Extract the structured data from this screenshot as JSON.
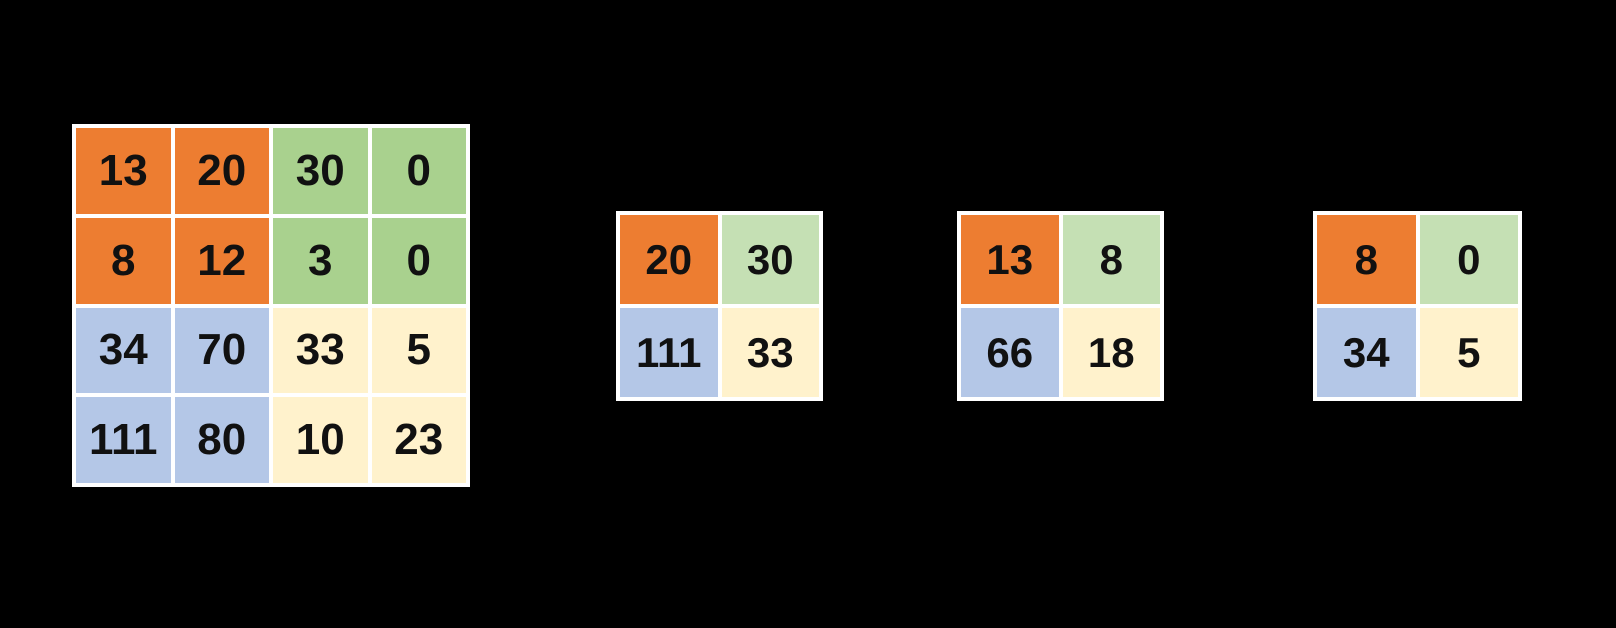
{
  "diagram": {
    "description_background": "#000000",
    "colors": {
      "orange": "#ED7D31",
      "green_medium": "#A9D18E",
      "green_light": "#C5E0B4",
      "blue": "#B4C7E7",
      "cream": "#FFF2CC",
      "grid_line": "#FFFFFF",
      "text": "#111111"
    },
    "input_matrix": {
      "rows": [
        {
          "cells": [
            {
              "value": "13",
              "color": "#ED7D31"
            },
            {
              "value": "20",
              "color": "#ED7D31"
            },
            {
              "value": "30",
              "color": "#A9D18E"
            },
            {
              "value": "0",
              "color": "#A9D18E"
            }
          ]
        },
        {
          "cells": [
            {
              "value": "8",
              "color": "#ED7D31"
            },
            {
              "value": "12",
              "color": "#ED7D31"
            },
            {
              "value": "3",
              "color": "#A9D18E"
            },
            {
              "value": "0",
              "color": "#A9D18E"
            }
          ]
        },
        {
          "cells": [
            {
              "value": "34",
              "color": "#B4C7E7"
            },
            {
              "value": "70",
              "color": "#B4C7E7"
            },
            {
              "value": "33",
              "color": "#FFF2CC"
            },
            {
              "value": "5",
              "color": "#FFF2CC"
            }
          ]
        },
        {
          "cells": [
            {
              "value": "111",
              "color": "#B4C7E7"
            },
            {
              "value": "80",
              "color": "#B4C7E7"
            },
            {
              "value": "10",
              "color": "#FFF2CC"
            },
            {
              "value": "23",
              "color": "#FFF2CC"
            }
          ]
        }
      ]
    },
    "pooled_matrices": [
      {
        "rows": [
          {
            "cells": [
              {
                "value": "20",
                "color": "#ED7D31"
              },
              {
                "value": "30",
                "color": "#C5E0B4"
              }
            ]
          },
          {
            "cells": [
              {
                "value": "111",
                "color": "#B4C7E7"
              },
              {
                "value": "33",
                "color": "#FFF2CC"
              }
            ]
          }
        ]
      },
      {
        "rows": [
          {
            "cells": [
              {
                "value": "13",
                "color": "#ED7D31"
              },
              {
                "value": "8",
                "color": "#C5E0B4"
              }
            ]
          },
          {
            "cells": [
              {
                "value": "66",
                "color": "#B4C7E7"
              },
              {
                "value": "18",
                "color": "#FFF2CC"
              }
            ]
          }
        ]
      },
      {
        "rows": [
          {
            "cells": [
              {
                "value": "8",
                "color": "#ED7D31"
              },
              {
                "value": "0",
                "color": "#C5E0B4"
              }
            ]
          },
          {
            "cells": [
              {
                "value": "34",
                "color": "#B4C7E7"
              },
              {
                "value": "5",
                "color": "#FFF2CC"
              }
            ]
          }
        ]
      }
    ]
  }
}
